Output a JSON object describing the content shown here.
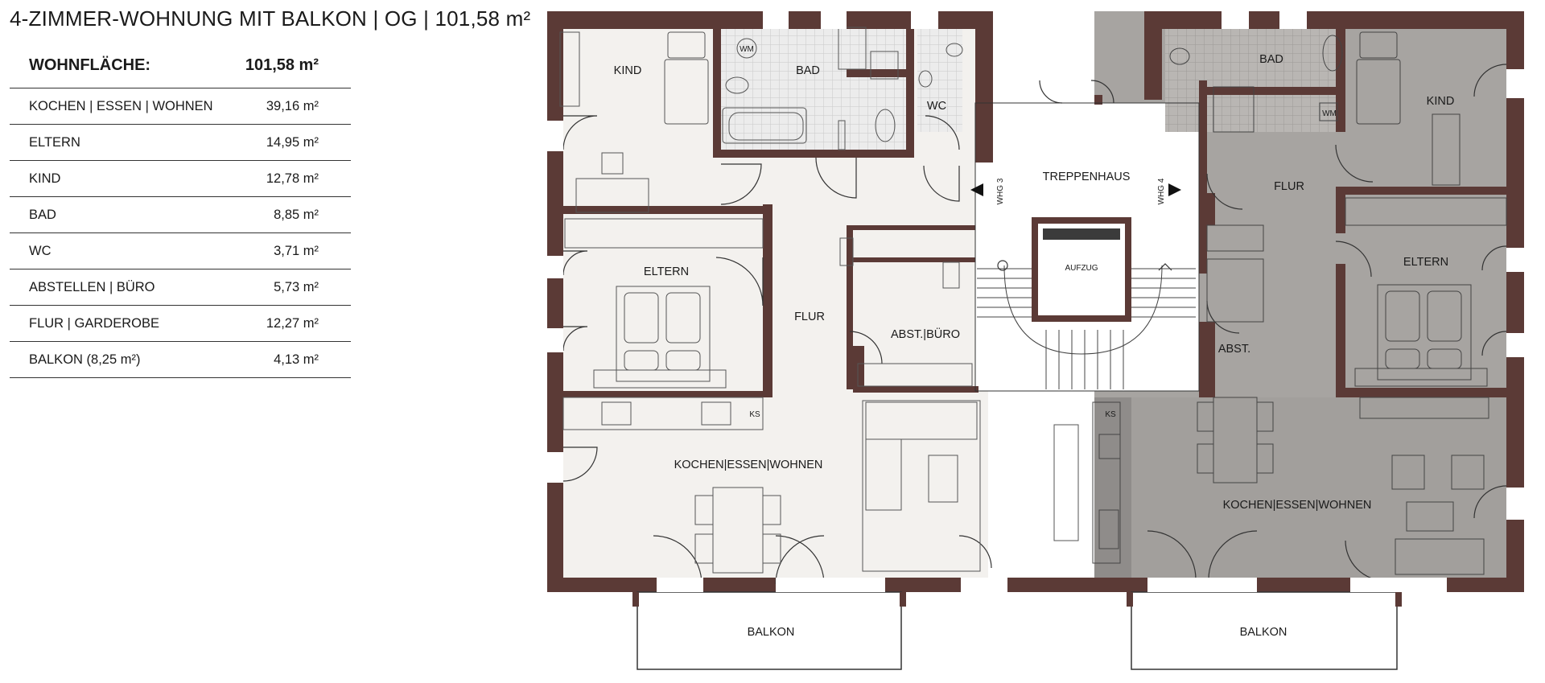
{
  "title": "4-ZIMMER-WOHNUNG MIT BALKON | OG | 101,58 m²",
  "summary": {
    "label": "WOHNFLÄCHE:",
    "value": "101,58 m²"
  },
  "rooms": [
    {
      "label": "KOCHEN | ESSEN | WOHNEN",
      "value": "39,16 m²"
    },
    {
      "label": "ELTERN",
      "value": "14,95 m²"
    },
    {
      "label": "KIND",
      "value": "12,78 m²"
    },
    {
      "label": "BAD",
      "value": "8,85 m²"
    },
    {
      "label": "WC",
      "value": "3,71 m²"
    },
    {
      "label": "ABSTELLEN | BÜRO",
      "value": "5,73 m²"
    },
    {
      "label": "FLUR | GARDEROBE",
      "value": "12,27 m²"
    },
    {
      "label": "BALKON (8,25 m²)",
      "value": "4,13 m²"
    }
  ],
  "plan": {
    "left_unit": {
      "kind": "KIND",
      "bad": "BAD",
      "wc": "WC",
      "eltern": "ELTERN",
      "flur": "FLUR",
      "abst_buero": "ABST.|BÜRO",
      "kochen": "KOCHEN|ESSEN|WOHNEN",
      "balkon": "BALKON",
      "wm": "WM",
      "ks": "KS"
    },
    "stair": {
      "treppenhaus": "TREPPENHAUS",
      "aufzug": "AUFZUG",
      "whg3": "WHG 3",
      "whg4": "WHG 4"
    },
    "right_unit": {
      "bad": "BAD",
      "kind": "KIND",
      "flur": "FLUR",
      "eltern": "ELTERN",
      "abst": "ABST.",
      "kochen": "KOCHEN|ESSEN|WOHNEN",
      "balkon": "BALKON",
      "wm": "WM",
      "ks": "KS"
    },
    "colors": {
      "wall": "#5b3a36",
      "floor_left": "#f3f1ee",
      "floor_right": "#a7a4a1",
      "tile": "#e6e6e6"
    }
  }
}
